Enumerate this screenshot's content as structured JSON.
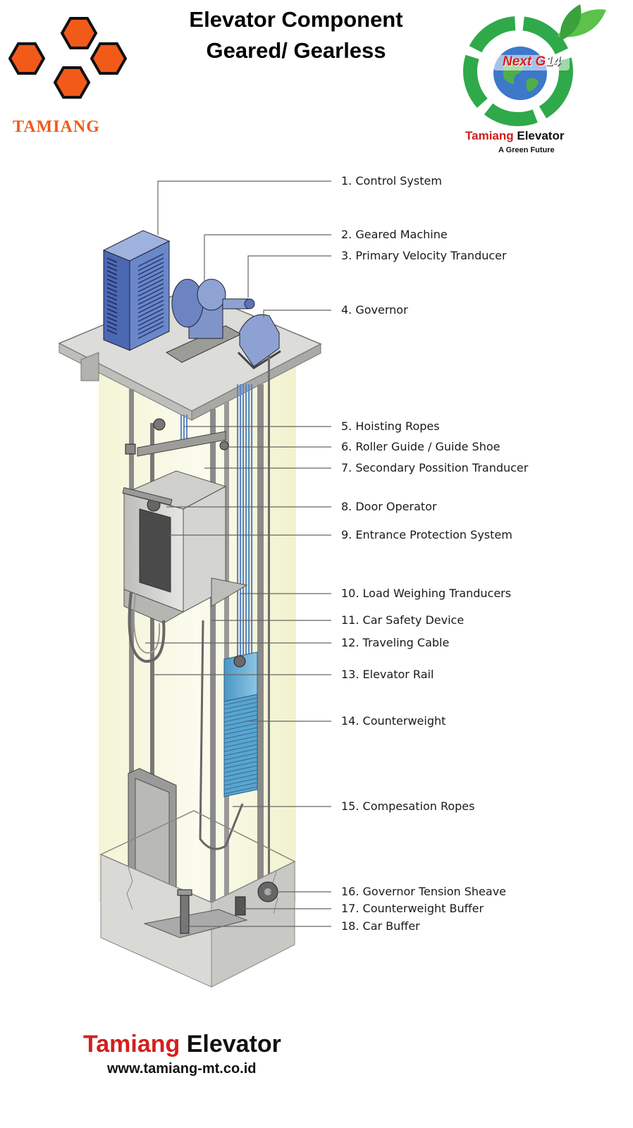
{
  "header": {
    "title_line1": "Elevator Component",
    "title_line2": "Geared/ Gearless"
  },
  "logo_left": {
    "name": "TAMIANG",
    "color": "#f25a1a",
    "icon": "hexagon-cluster-logo"
  },
  "logo_right": {
    "badge_text_red": "Next G",
    "badge_text_num": "14",
    "name_red": "Tamiang",
    "name_rest": " Elevator",
    "tagline": "A Green Future",
    "icon": "green-recycle-globe-logo"
  },
  "components": [
    {
      "label": "1. Control System"
    },
    {
      "label": "2. Geared Machine"
    },
    {
      "label": "3. Primary Velocity Tranducer"
    },
    {
      "label": "4. Governor"
    },
    {
      "label": "5. Hoisting Ropes"
    },
    {
      "label": "6. Roller Guide / Guide Shoe"
    },
    {
      "label": "7. Secondary Possition Tranducer"
    },
    {
      "label": "8. Door Operator"
    },
    {
      "label": "9. Entrance Protection System"
    },
    {
      "label": "10. Load Weighing Tranducers"
    },
    {
      "label": "11. Car Safety Device"
    },
    {
      "label": "12. Traveling Cable"
    },
    {
      "label": "13. Elevator Rail"
    },
    {
      "label": "14. Counterweight"
    },
    {
      "label": "15. Compesation Ropes"
    },
    {
      "label": "16. Governor Tension Sheave"
    },
    {
      "label": "17. Counterweight Buffer"
    },
    {
      "label": "18. Car Buffer"
    }
  ],
  "footer": {
    "name_red": "Tamiang",
    "name_rest": " Elevator",
    "url": "www.tamiang-mt.co.id"
  },
  "colors": {
    "cabinet": "#5a78bf",
    "machine": "#7f95c9",
    "shaft_glow": "#f2f3cf",
    "rope": "#5c86c4",
    "counterweight": "#5aa5cf",
    "structure": "#d8d8d5",
    "leader": "#666666",
    "footer_red": "#d41f1f"
  }
}
